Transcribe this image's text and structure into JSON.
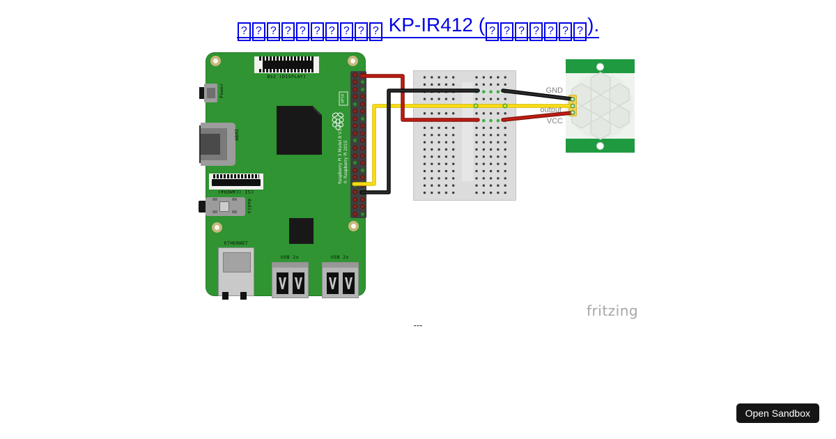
{
  "colors": {
    "link": "#0000e8",
    "pi-green": "#2f9431",
    "gpio-strip": "#3f3f3f",
    "pin-red": "#8f2820",
    "pin-green": "#3c8f3c",
    "breadboard": "#dcdcdc",
    "bb-dot": "#3a3a3a",
    "bb-green": "#3fae49",
    "sensor-green": "#1f9a41",
    "sensor-body": "#eef3ed",
    "wire-black": "#161616",
    "wire-yellow": "#ffe11a",
    "wire-red": "#b61d14",
    "label-gray": "#828282",
    "watermark-gray": "#a6a6a6",
    "button-bg": "#151515",
    "button-fg": "#ffffff"
  },
  "title": {
    "missing_glyph_char": "?",
    "prefix_box_count": 10,
    "middle_text": " KP-IR412 (",
    "suffix_box_count": 7,
    "end_text": ")."
  },
  "pi": {
    "labels": {
      "power": "Power",
      "dsi": "DSI (DISPLAY)",
      "hdmi": "HDMI",
      "gpio": "GPIO",
      "model_line1": "Raspberry Pi 3 Model B V1.2",
      "model_line2": "© Raspberry Pi 2015",
      "csi": "CSI (CAMERA)",
      "audio": "Audio",
      "ethernet": "ETHERNET",
      "usb_left": "USB 2x",
      "usb_right": "USB 2x"
    }
  },
  "sensor": {
    "pin_labels": {
      "gnd": "GND",
      "output": "output",
      "vcc": "VCC"
    }
  },
  "watermark": "fritzing",
  "separator": "---",
  "sandbox": {
    "button_label": "Open Sandbox"
  }
}
